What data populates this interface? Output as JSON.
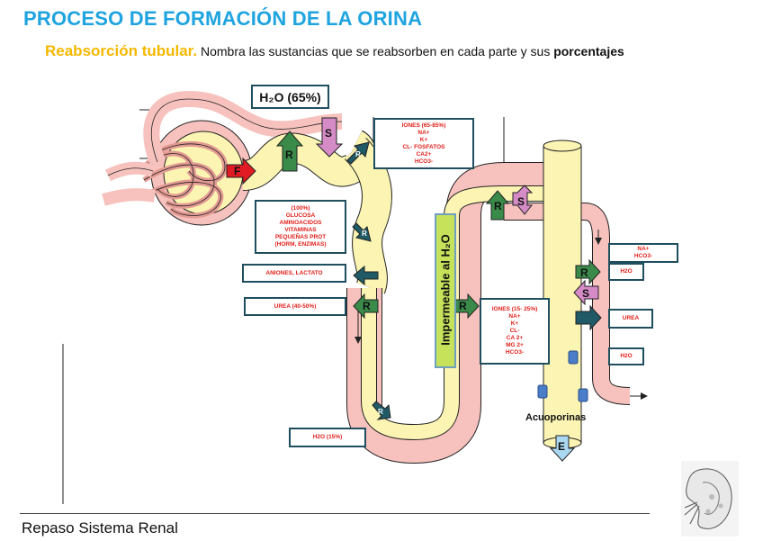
{
  "header": {
    "title": "PROCESO DE FORMACIÓN DE LA ORINA",
    "subtitle_highlight": "Reabsorción tubular.",
    "subtitle_text": " Nombra las sustancias que se reabsorben en cada parte y sus ",
    "subtitle_bold": "porcentajes"
  },
  "labels": {
    "h2o_title": "H₂O (65%)",
    "impermeable": "Impermeable al H₂O",
    "acuoporinas": "Acuoporinas",
    "r": "R",
    "s": "S",
    "f": "F",
    "e": "E"
  },
  "boxes": {
    "iones_top": "IONES (65-85%)\nNA+\nK+\nCL- FOSFATOS\nCA2+\nHCO3-",
    "glucosa": "(100%)\nGLUCOSA\nAMINOACIDOS\nVITAMINAS\nPEQUEÑAS PROT\n(HORM, ENZIMAS)",
    "aniones": "ANIONES, LACTATO",
    "urea_40": "UREA (40-50%)",
    "h2o_15": "H2O (15%)",
    "iones_mid": "IONES (15- 25%)\nNA+\nK+\nCL-\nCA 2+\nMG 2+\nHCO3-",
    "na_hco3": "NA+\nHCO3-",
    "h2o_r1": "H2O",
    "urea_r": "UREA",
    "h2o_r2": "H2O"
  },
  "footer": {
    "text": "Repaso Sistema Renal"
  },
  "colors": {
    "title": "#1fa4e0",
    "highlight": "#f5b800",
    "tube_outer": "#f7c2bd",
    "tube_inner": "#fbf4b3",
    "arrow_green": "#3a8a4a",
    "arrow_pink": "#d48bc6",
    "arrow_teal": "#1f5a66",
    "arrow_red": "#e01b24",
    "arrow_blue": "#aad8f0",
    "box_text": "#e0201b"
  }
}
